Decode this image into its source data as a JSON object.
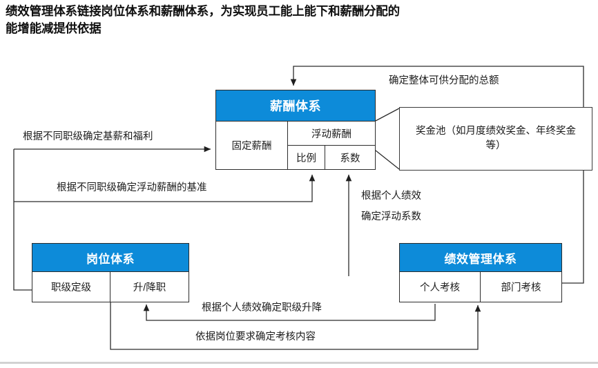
{
  "title": {
    "line1": "绩效管理体系链接岗位体系和薪酬体系，为实现员工能上能下和薪酬分配的",
    "line2": "能增能减提供依据"
  },
  "colors": {
    "header_blue": "#0d8bd9",
    "header_text": "#ffffff",
    "box_border": "#2b2b2b",
    "connector": "#2b2b2b",
    "canvas": "#ffffff"
  },
  "nodes": {
    "salary": {
      "header": "薪酬体系",
      "fixed_pay": "固定薪酬",
      "variable_pay": "浮动薪酬",
      "ratio": "比例",
      "coefficient": "系数"
    },
    "position": {
      "header": "岗位体系",
      "cells": [
        "职级定级",
        "升/降职"
      ]
    },
    "performance": {
      "header": "绩效管理体系",
      "cells": [
        "个人考核",
        "部门考核"
      ]
    }
  },
  "callout": {
    "bonus_pool": "奖金池（如月度绩效奖金、年终奖金等）"
  },
  "edge_labels": {
    "total_amount": "确定整体可供分配的总额",
    "base_and_welfare": "根据不同职级确定基薪和福利",
    "variable_baseline": "根据不同职级确定浮动薪酬的基准",
    "coefficient_line1": "根据个人绩效",
    "coefficient_line2": "确定浮动系数",
    "promotion": "根据个人绩效确定职级升降",
    "assessment_content": "依据岗位要求确定考核内容"
  }
}
